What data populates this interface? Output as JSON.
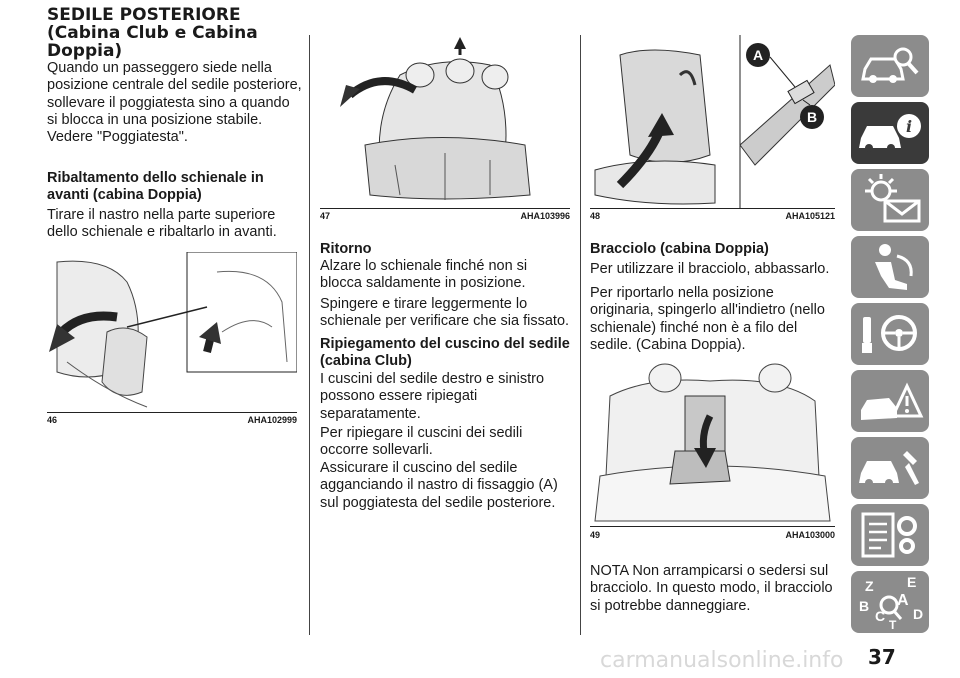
{
  "col1": {
    "title": "SEDILE POSTERIORE (Cabina Club e Cabina Doppia)",
    "p1": "Quando un passeggero siede nella posizione centrale del sedile posteriore, sollevare il poggiatesta sino a quando si blocca in una posizione stabile. Vedere \"Poggiatesta\".",
    "h_ribaltamento": "Ribaltamento dello schienale in avanti (cabina Doppia)",
    "p2": "Tirare il nastro nella parte superiore dello schienale e ribaltarlo in avanti.",
    "fig_num": "46",
    "fig_code": "AHA102999"
  },
  "col2": {
    "fig_num": "47",
    "fig_code": "AHA103996",
    "h_ritorno": "Ritorno",
    "p1": "Alzare lo schienale finché non si blocca saldamente in posizione.",
    "p2": "Spingere e tirare leggermente lo schienale per verificare che sia fissato.",
    "h_ripiegamento": "Ripiegamento del cuscino del sedile (cabina Club)",
    "p3": "I cuscini del sedile destro e sinistro possono essere ripiegati separatamente.",
    "p4": "Per ripiegare il cuscini dei sedili occorre sollevarli.",
    "p5": "Assicurare il cuscino del sedile agganciando il nastro di fissaggio (A) sul poggiatesta del sedile posteriore."
  },
  "col3": {
    "fig_num": "48",
    "fig_code": "AHA105121",
    "label_a": "A",
    "label_b": "B",
    "h_bracciolo": "Bracciolo (cabina Doppia)",
    "p1": "Per utilizzare il bracciolo, abbassarlo.",
    "p2": "Per riportarlo nella posizione originaria, spingerlo all'indietro (nello schienale) finché non è a filo del sedile. (Cabina Doppia).",
    "fig2_num": "49",
    "fig2_code": "AHA103000",
    "nota": "NOTA  Non arrampicarsi o sedersi sul bracciolo. In questo modo, il bracciolo si potrebbe danneggiare."
  },
  "sidebar": {
    "tabs": [
      {
        "icon": "car-search-icon",
        "active": false
      },
      {
        "icon": "car-info-icon",
        "active": true
      },
      {
        "icon": "warning-light-icon",
        "active": false
      },
      {
        "icon": "airbag-seat-icon",
        "active": false
      },
      {
        "icon": "key-steering-icon",
        "active": false
      },
      {
        "icon": "breakdown-icon",
        "active": false
      },
      {
        "icon": "car-service-icon",
        "active": false
      },
      {
        "icon": "specifications-icon",
        "active": false
      },
      {
        "icon": "index-icon",
        "active": false
      }
    ],
    "index_letters": [
      "Z",
      "E",
      "A",
      "B",
      "C",
      "D",
      "T"
    ],
    "active_color": "#3a3a3a",
    "tab_color": "#8c8c8c"
  },
  "page_number": "37",
  "watermark": "carmanualsonline.info"
}
